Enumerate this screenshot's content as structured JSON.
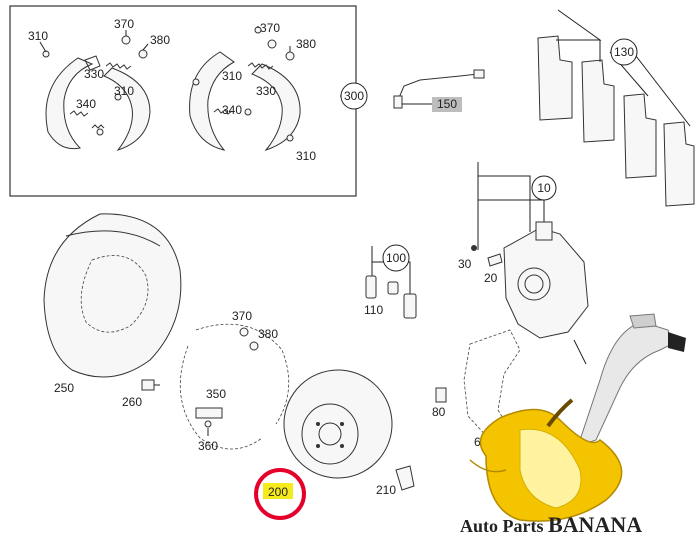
{
  "diagram": {
    "labels": {
      "l310a": "310",
      "l370a": "370",
      "l380a": "380",
      "l330a": "330",
      "l310b": "310",
      "l340a": "340",
      "l370b": "370",
      "l380b": "380",
      "l310c": "310",
      "l330b": "330",
      "l340b": "340",
      "l310d": "310",
      "l300": "300",
      "l150": "150",
      "l130": "130",
      "l10": "10",
      "l100": "100",
      "l110": "110",
      "l30": "30",
      "l20": "20",
      "l370c": "370",
      "l380c": "380",
      "l250": "250",
      "l260": "260",
      "l350": "350",
      "l360": "360",
      "l80": "80",
      "l60": "60",
      "l200": "200",
      "l210": "210"
    },
    "watermark": {
      "brand_prefix": "Auto Parts ",
      "brand_name": "BANANA"
    },
    "colors": {
      "highlight": "#f5ea1c",
      "callout_ring": "#e4002b",
      "tag_fill": "#bdbdbd",
      "banana": "#f4c400"
    }
  }
}
